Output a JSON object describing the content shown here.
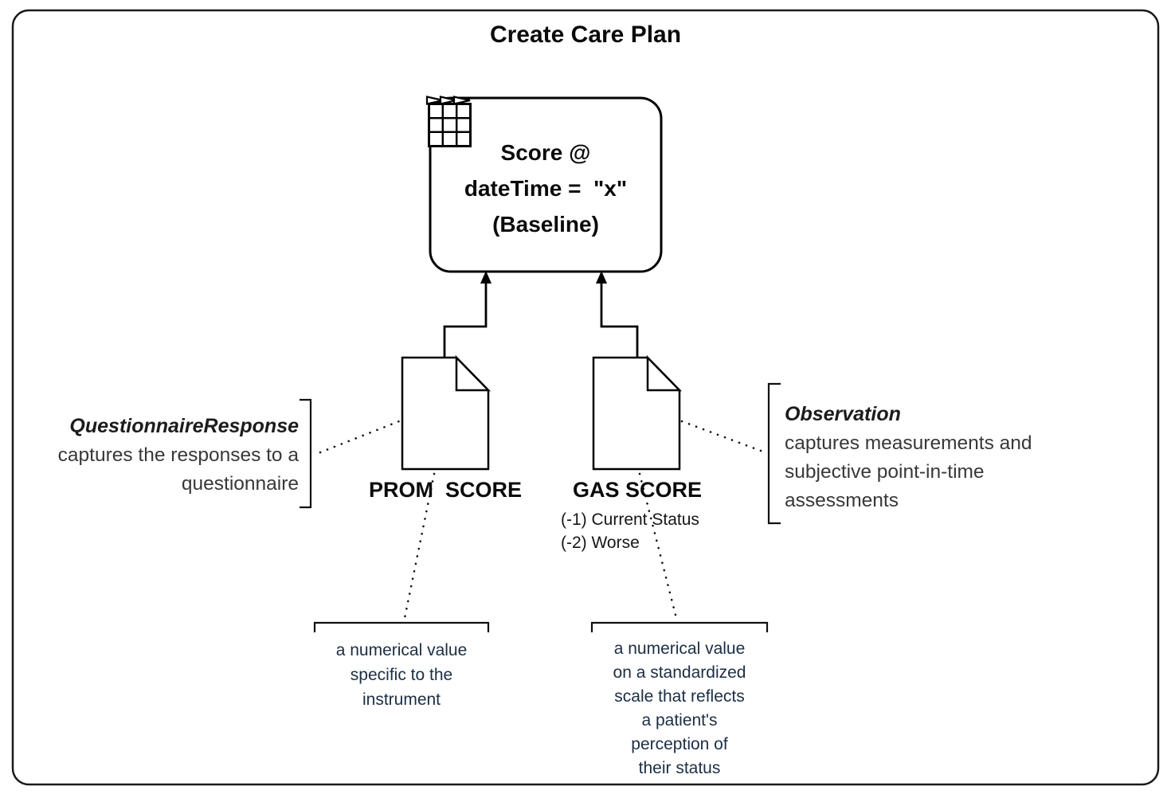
{
  "title": "Create Care Plan",
  "colors": {
    "line": "#000000",
    "frame": "#1a1a1a",
    "heading_text": "#1c1c1c",
    "annotation_text": "#383838",
    "note_text": "#1c2e44"
  },
  "care_plan_box": {
    "icon": "care-plan-table-icon",
    "lines": [
      "Score @",
      "dateTime =  \"x\"",
      "(Baseline)"
    ]
  },
  "documents": {
    "prom": {
      "label": "PROM  SCORE"
    },
    "gas": {
      "label": "GAS SCORE",
      "sub_lines": [
        "(-1) Current Status",
        "(-2) Worse"
      ]
    }
  },
  "annotations": {
    "questionnaire_response": {
      "heading": "QuestionnaireResponse",
      "lines": [
        "captures the responses to a",
        "questionnaire"
      ]
    },
    "observation": {
      "heading": "Observation",
      "lines": [
        "captures measurements and",
        "subjective point-in-time",
        "assessments"
      ]
    },
    "prom_note": {
      "lines": [
        "a numerical value",
        "specific to the",
        "instrument"
      ]
    },
    "gas_note": {
      "lines": [
        "a numerical value",
        "on a standardized",
        "scale that reflects",
        "a patient's",
        "perception of",
        "their status"
      ]
    }
  }
}
